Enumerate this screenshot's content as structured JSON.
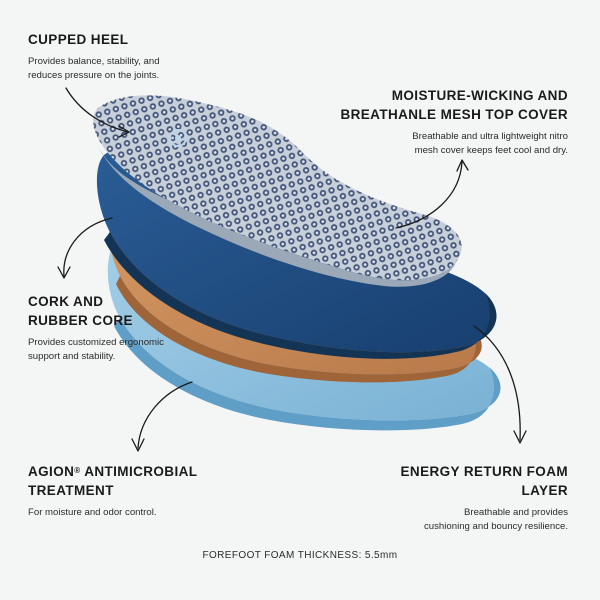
{
  "callouts": {
    "cupped_heel": {
      "title": "CUPPED HEEL",
      "line1": "Provides balance, stability, and",
      "line2": "reduces pressure on the joints."
    },
    "mesh": {
      "title_line1": "MOISTURE-WICKING AND",
      "title_line2": "BREATHANLE MESH TOP COVER",
      "line1": "Breathable and ultra lightweight nitro",
      "line2": "mesh cover keeps feet cool and dry."
    },
    "cork": {
      "title_line1": "CORK AND",
      "title_line2": "RUBBER CORE",
      "line1": "Provides customized ergonomic",
      "line2": "support and stability."
    },
    "agion": {
      "title_line1_prefix": "AGION",
      "title_line1_mark": "®",
      "title_line1_suffix": " ANTIMICROBIAL",
      "title_line2": "TREATMENT",
      "line1": "For moisture and odor control."
    },
    "energy": {
      "title_line1": "ENERGY RETURN FOAM",
      "title_line2": "LAYER",
      "line1": "Breathable and provides",
      "line2": "cushioning and bouncy resilience."
    }
  },
  "footer": {
    "text": "FOREFOOT FOAM THICKNESS: 5.5mm"
  },
  "colors": {
    "background": "#f4f5f5",
    "mesh_top": "#c9d2dc",
    "mesh_pattern": "#3d4f6e",
    "blue_layer": "#1f4f86",
    "cork_layer": "#c98a55",
    "foam_layer": "#8fc2e0"
  }
}
